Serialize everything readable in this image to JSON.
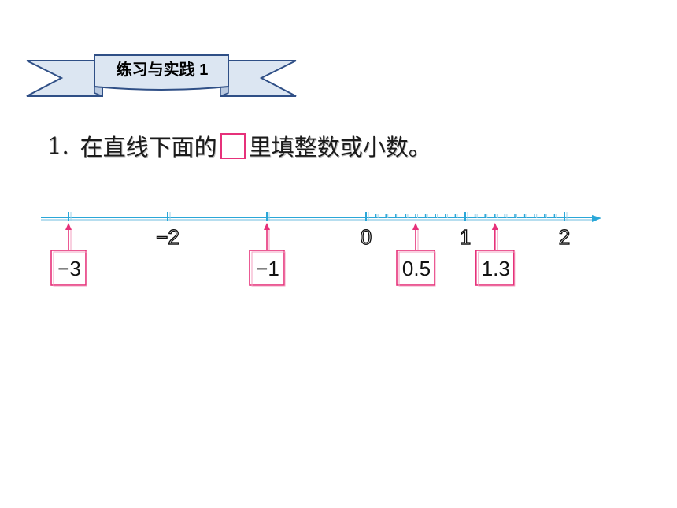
{
  "banner": {
    "title": "练习与实践 1"
  },
  "question": {
    "number": "1.",
    "text_before": "在直线下面的",
    "text_after": "里填整数或小数。"
  },
  "number_line": {
    "range": [
      -3,
      2
    ],
    "tick_labels": [
      {
        "value": -2,
        "label": "−2"
      },
      {
        "value": 0,
        "label": "0"
      },
      {
        "value": 1,
        "label": "1"
      },
      {
        "value": 2,
        "label": "2"
      }
    ],
    "answers": [
      {
        "value": -3,
        "label": "−3"
      },
      {
        "value": -1,
        "label": "−1"
      },
      {
        "value": 0.5,
        "label": "0.5"
      },
      {
        "value": 1.3,
        "label": "1.3"
      }
    ],
    "colors": {
      "axis": "#2aa7d8",
      "answer": "#e6317a",
      "text": "#111111"
    }
  }
}
